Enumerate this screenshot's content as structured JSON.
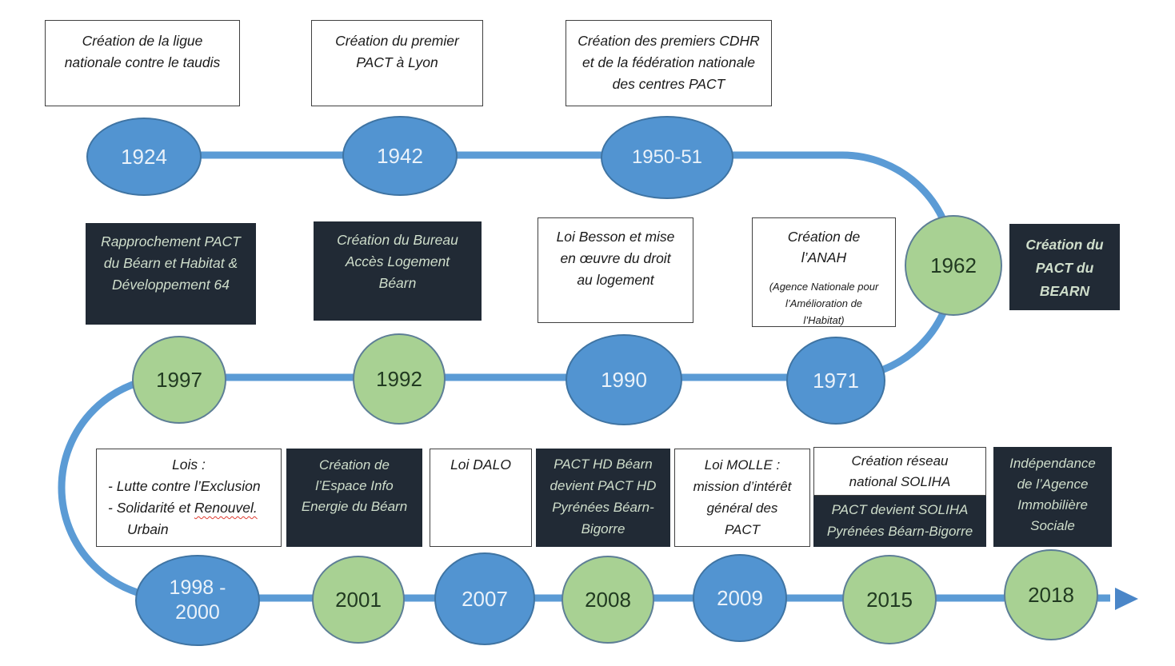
{
  "colors": {
    "blue": "#5294D1",
    "blue_border": "#3F74A3",
    "green": "#A8D193",
    "green_border": "#5D7E96",
    "dark_box": "#212A35",
    "dark_box_text": "#CFDECB",
    "bearn_text": "#D9E5D2",
    "line": "#5B9BD5",
    "arrow": "#4A86C8",
    "box_border": "#404040",
    "year_light": "#EAF2FA",
    "year_dark": "#213A21",
    "wavy": "#E03C31"
  },
  "years": {
    "y1924": "1924",
    "y1942": "1942",
    "y1950": "1950-51",
    "y1962": "1962",
    "y1997": "1997",
    "y1992": "1992",
    "y1990": "1990",
    "y1971": "1971",
    "y1998": {
      "l1": "1998 -",
      "l2": "2000"
    },
    "y2001": "2001",
    "y2007": "2007",
    "y2008": "2008",
    "y2009": "2009",
    "y2015": "2015",
    "y2018": "2018"
  },
  "boxes": {
    "ligue": {
      "lines": [
        "Création de la ligue",
        "nationale contre le taudis"
      ]
    },
    "premier": {
      "lines": [
        "Création du premier",
        "PACT à Lyon"
      ]
    },
    "cdhr": {
      "lines": [
        "Création des premiers CDHR",
        "et de la fédération nationale",
        "des centres PACT"
      ]
    },
    "rapprochement": {
      "lines": [
        "Rapprochement PACT",
        "du Béarn et Habitat &",
        "Développement 64"
      ]
    },
    "bureau": {
      "lines": [
        "Création du Bureau",
        "Accès Logement",
        "Béarn"
      ]
    },
    "besson": {
      "lines": [
        "Loi Besson et mise",
        "en œuvre du droit",
        "au logement"
      ]
    },
    "anah": {
      "lines": [
        "Création de",
        "l’ANAH"
      ],
      "note": [
        "(Agence Nationale pour",
        "l’Amélioration de",
        "l’Habitat)"
      ]
    },
    "bearn": {
      "lines": [
        "Création du",
        "PACT du",
        "BEARN"
      ]
    },
    "lois": {
      "title": "Lois :",
      "item1": "-  Lutte contre l’Exclusion",
      "item2_prefix": "- Solidarité et ",
      "item2_wavy": "Renouvel.",
      "item3": "Urbain"
    },
    "espace": {
      "lines": [
        "Création de",
        "l’Espace Info",
        "Energie du Béarn"
      ]
    },
    "dalo": {
      "lines": [
        "Loi DALO"
      ]
    },
    "pacthd": {
      "lines": [
        "PACT HD Béarn",
        "devient PACT HD",
        "Pyrénées Béarn-",
        "Bigorre"
      ]
    },
    "molle": {
      "lines": [
        "Loi MOLLE :",
        "mission d’intérêt",
        "général des",
        "PACT"
      ]
    },
    "soliha_white": {
      "lines": [
        "Création réseau",
        "national SOLIHA"
      ]
    },
    "soliha_dark": {
      "lines": [
        "PACT devient SOLIHA",
        "Pyrénées Béarn-Bigorre"
      ]
    },
    "independance": {
      "lines": [
        "Indépendance",
        "de l’Agence",
        "Immobilière",
        "Sociale"
      ]
    }
  }
}
